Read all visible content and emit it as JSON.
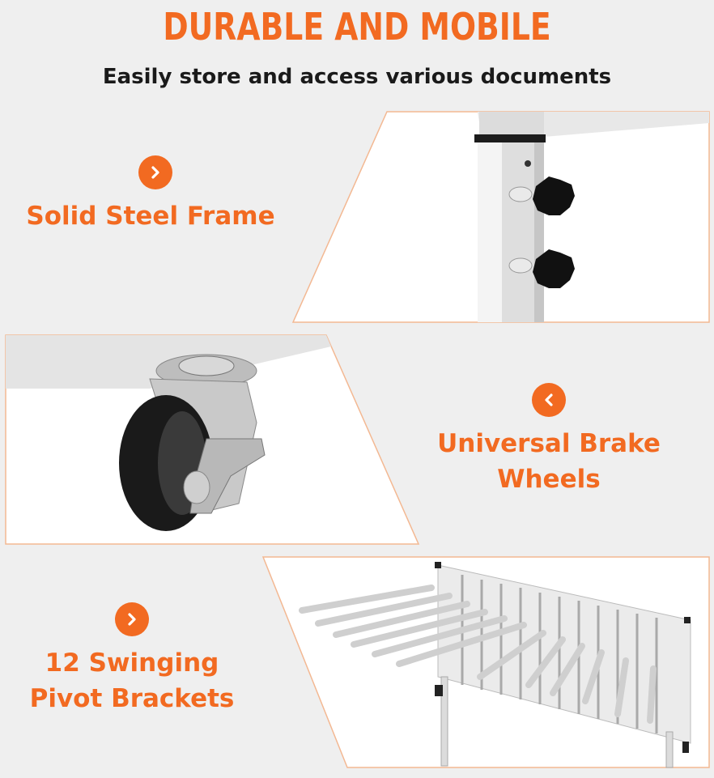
{
  "header": {
    "title": "DURABLE AND MOBILE",
    "subtitle": "Easily store and access various documents"
  },
  "features": [
    {
      "label_line1": "Solid Steel Frame",
      "label_line2": "",
      "icon": "chevron-right-icon"
    },
    {
      "label_line1": "Universal Brake",
      "label_line2": "Wheels",
      "icon": "chevron-left-icon"
    },
    {
      "label_line1": "12 Swinging",
      "label_line2": "Pivot Brackets",
      "icon": "chevron-right-icon"
    }
  ],
  "images": {
    "frame": "steel frame post with black adjustment knobs",
    "wheel": "caster wheel with brake",
    "brackets": "rack of swinging pivot brackets"
  },
  "colors": {
    "accent": "#f26a21",
    "background": "#efefef",
    "panel": "#ffffff"
  }
}
